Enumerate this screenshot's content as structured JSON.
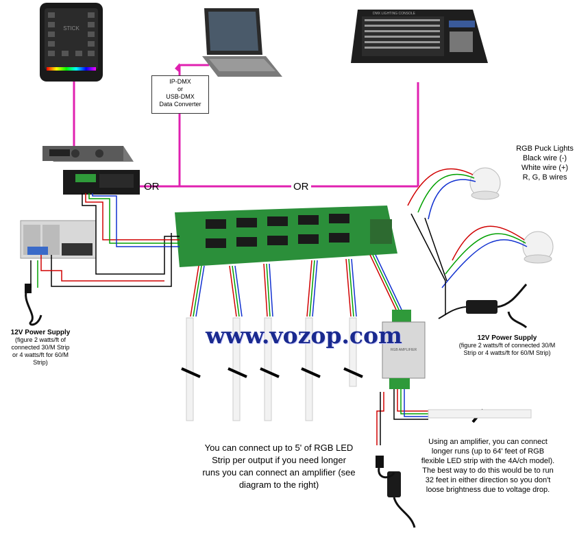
{
  "converter": {
    "line1": "IP-DMX",
    "line2": "or",
    "line3": "USB-DMX",
    "line4": "Data Converter"
  },
  "or_labels": {
    "left": "OR",
    "mid": "OR"
  },
  "puck": {
    "title": "RGB Puck Lights",
    "line1": "Black wire (-)",
    "line2": "White wire (+)",
    "line3": "R, G, B wires"
  },
  "psu_left": {
    "title": "12V Power Supply",
    "l1": "(figure 2 watts/ft of",
    "l2": "connected 30/M Strip",
    "l3": "or 4 watts/ft for 60/M",
    "l4": "Strip)"
  },
  "psu_right": {
    "title": "12V Power Supply",
    "l1": "(figure 2 watts/ft of connected 30/M",
    "l2": "Strip or 4 watts/ft for 60/M Strip)"
  },
  "watermark": "www.vozop.com",
  "note_left": {
    "l1": "You can connect up to 5' of RGB LED",
    "l2": "Strip per output if you need longer",
    "l3": "runs you can connect an amplifier (see",
    "l4": "diagram to the right)"
  },
  "note_right": {
    "l1": "Using an amplifier, you can connect",
    "l2": "longer runs (up to 64' feet of RGB",
    "l3": "flexible LED strip with the 4A/ch model).",
    "l4": "The best way to do this would be to run",
    "l5": "32 feet in either direction so you don't",
    "l6": "loose brightness due to voltage drop."
  },
  "devices": {
    "stick": "STICK",
    "console_label": "DMX LIGHTING CONSOLE",
    "amp_label": "RGB AMPLIFIER"
  },
  "colors": {
    "dmx_line": "#e020b0",
    "red": "#d00000",
    "green": "#00a000",
    "blue": "#1030d0",
    "black": "#000000"
  }
}
